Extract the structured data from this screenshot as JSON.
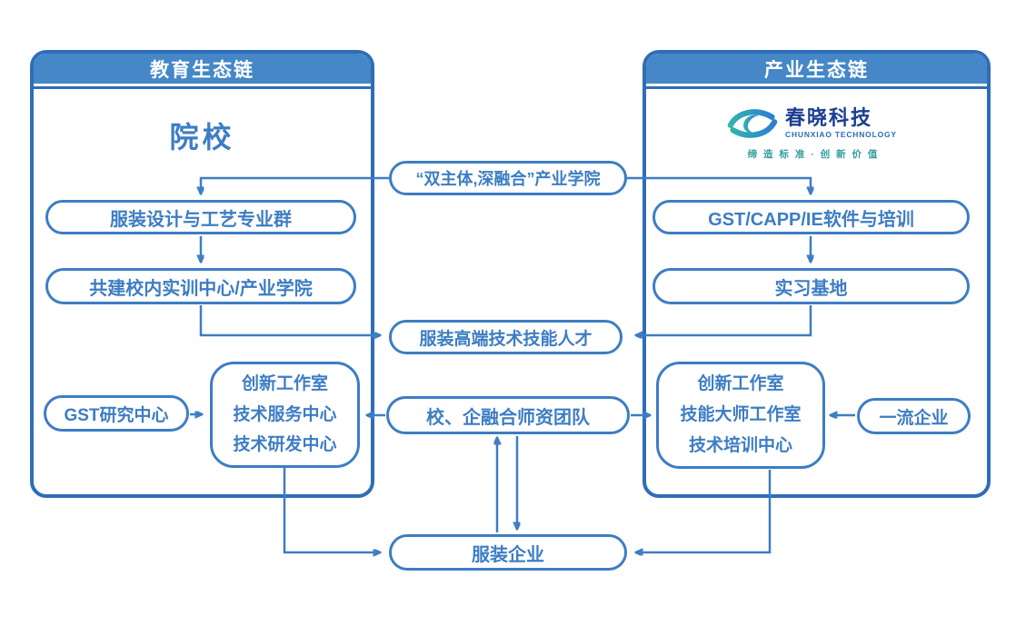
{
  "diagram": {
    "left_panel": {
      "header": "教育生态链",
      "title": "院校",
      "pill_specialty": "服装设计与工艺专业群",
      "pill_training_center": "共建校内实训中心/产业学院",
      "pill_gst_research": "GST研究中心",
      "center_box": {
        "lines": [
          "创新工作室",
          "技术服务中心",
          "技术研发中心"
        ]
      }
    },
    "right_panel": {
      "header": "产业生态链",
      "logo": {
        "name": "春晓科技",
        "subtitle": "CHUNXIAO TECHNOLOGY",
        "tagline": "缔 造 标 准 · 创 新 价 值"
      },
      "pill_software": "GST/CAPP/IE软件与培训",
      "pill_internship": "实习基地",
      "center_box": {
        "lines": [
          "创新工作室",
          "技能大师工作室",
          "技术培训中心"
        ]
      },
      "pill_first_class": "一流企业"
    },
    "middle": {
      "pill_industry_college": "“双主体,深融合”产业学院",
      "pill_talent": "服装高端技术技能人才",
      "pill_faculty": "校、企融合师资团队",
      "pill_enterprise": "服装企业"
    },
    "colors": {
      "accent": "#3d7dc4",
      "panel_border": "#2f6db8",
      "header_fill": "#4587c7",
      "logo_navy": "#1b3e91",
      "logo_blue": "#2a6cb8",
      "logo_teal": "#2f9e99",
      "icon_gradient_start": "#33b3ab",
      "icon_gradient_end": "#2a80d2"
    }
  }
}
